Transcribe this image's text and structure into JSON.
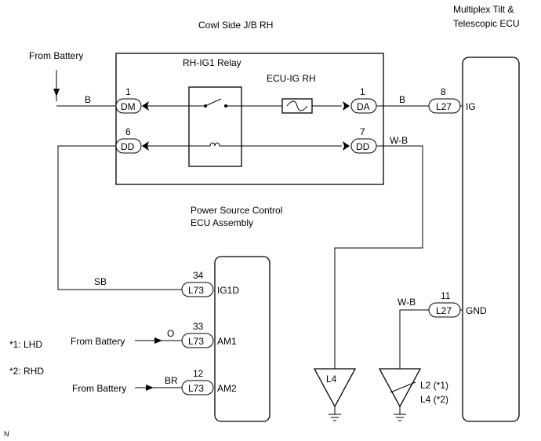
{
  "junction_block": {
    "title": "Cowl Side J/B RH",
    "relay_label": "RH-IG1 Relay",
    "fuse_label": "ECU-IG RH"
  },
  "tilt_ecu": {
    "title_line1": "Multiplex Tilt &",
    "title_line2": "Telescopic ECU"
  },
  "power_ecu": {
    "title_line1": "Power Source Control",
    "title_line2": "ECU Assembly"
  },
  "sources": {
    "top": "From Battery",
    "am1": "From Battery",
    "am2": "From Battery"
  },
  "notes": {
    "lhd": "*1: LHD",
    "rhd": "*2: RHD"
  },
  "connectors": {
    "dm": {
      "pin": "1",
      "code": "DM"
    },
    "dd_left": {
      "pin": "6",
      "code": "DD"
    },
    "da": {
      "pin": "1",
      "code": "DA"
    },
    "dd_right": {
      "pin": "7",
      "code": "DD"
    },
    "l27_ig": {
      "pin": "8",
      "code": "L27",
      "terminal": "IG"
    },
    "l27_gnd": {
      "pin": "11",
      "code": "L27",
      "terminal": "GND"
    },
    "l73_ig1d": {
      "pin": "34",
      "code": "L73",
      "terminal": "IG1D"
    },
    "l73_am1": {
      "pin": "33",
      "code": "L73",
      "terminal": "AM1"
    },
    "l73_am2": {
      "pin": "12",
      "code": "L73",
      "terminal": "AM2"
    }
  },
  "wire_colors": {
    "battery_in": "B",
    "da_to_ig": "B",
    "dd_out": "W-B",
    "ig1d": "SB",
    "am1": "O",
    "am2": "BR",
    "gnd": "W-B"
  },
  "grounds": {
    "g1": "L4",
    "g2_line1": "L2 (*1)",
    "g2_line2": "L4 (*2)"
  },
  "footer_mark": "N"
}
